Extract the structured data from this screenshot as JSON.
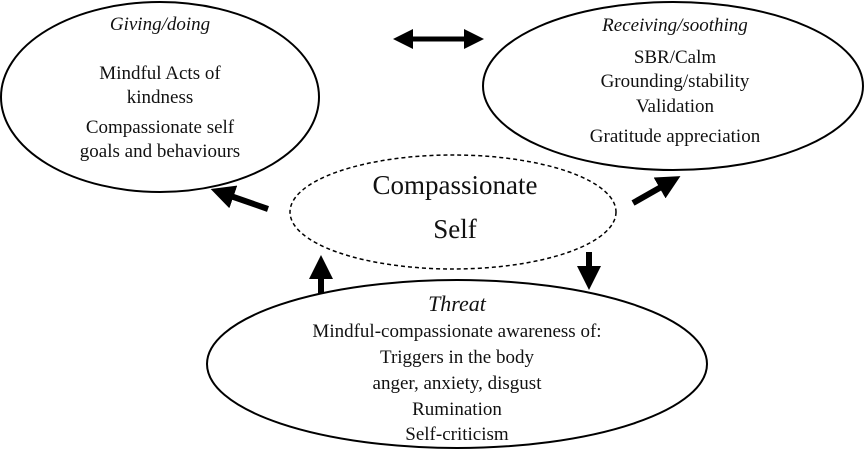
{
  "nodes": {
    "giving": {
      "title": "Giving/doing",
      "lines": [
        "Mindful Acts of",
        "kindness",
        "Compassionate self",
        "goals and behaviours"
      ]
    },
    "receiving": {
      "title": "Receiving/soothing",
      "lines": [
        "SBR/Calm",
        "Grounding/stability",
        "Validation",
        "Gratitude appreciation"
      ]
    },
    "self": {
      "lines": [
        "Compassionate",
        "Self"
      ]
    },
    "threat": {
      "title": "Threat",
      "lines": [
        "Mindful-compassionate awareness of:",
        "Triggers in the body",
        "anger, anxiety, disgust",
        "Rumination",
        "Self-criticism"
      ]
    }
  },
  "edges": [
    {
      "from": "giving",
      "to": "receiving",
      "type": "bidirectional"
    },
    {
      "from": "self",
      "to": "giving",
      "type": "directed"
    },
    {
      "from": "self",
      "to": "receiving",
      "type": "directed"
    },
    {
      "from": "self",
      "to": "threat",
      "type": "directed"
    },
    {
      "from": "threat",
      "to": "self",
      "type": "directed"
    }
  ]
}
